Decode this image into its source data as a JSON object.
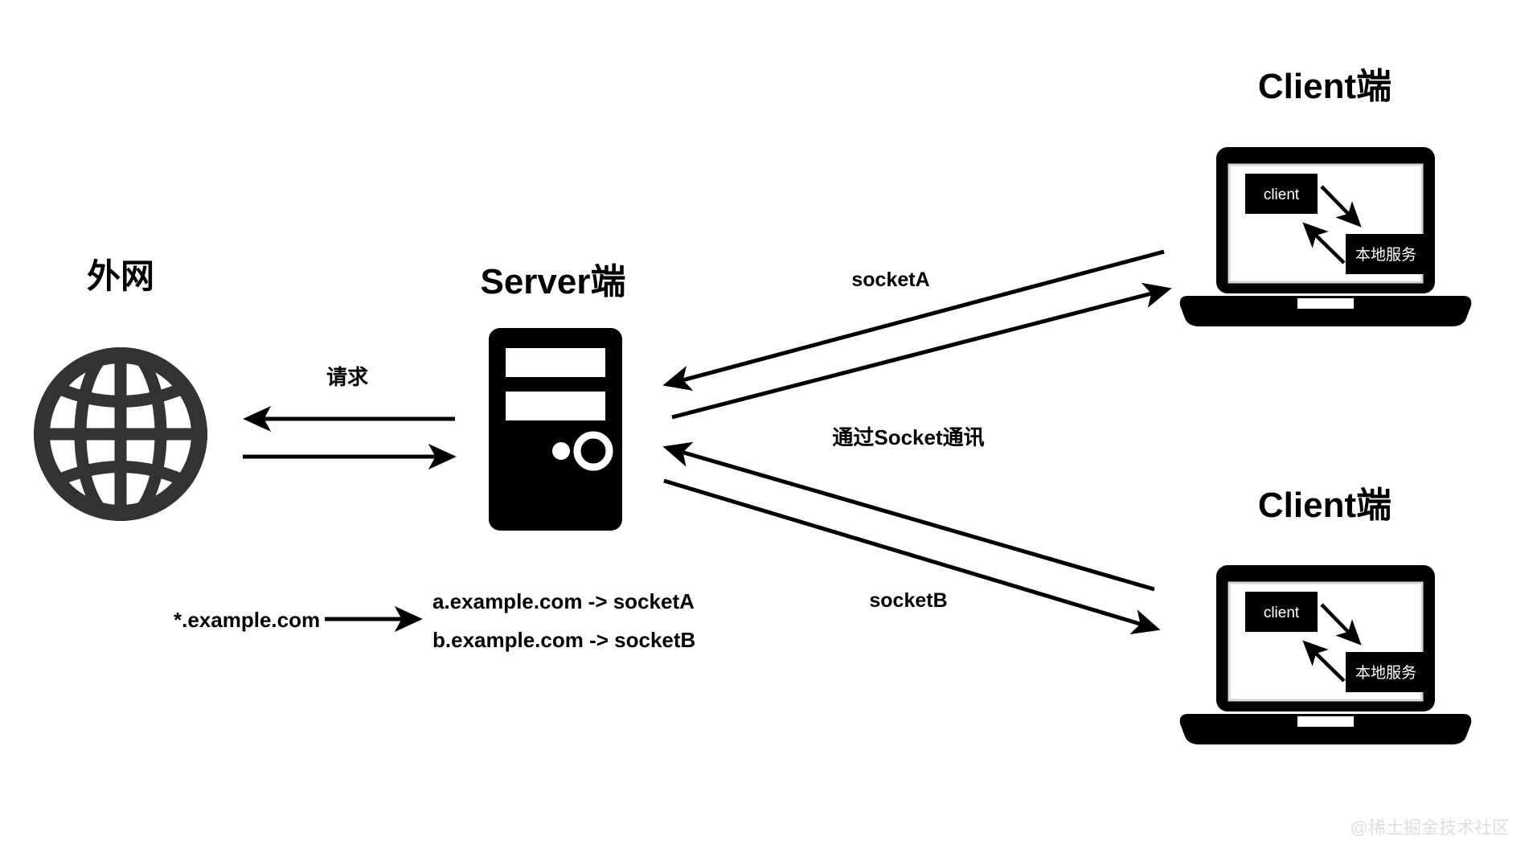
{
  "meta": {
    "background": "#ffffff",
    "ink": "#000000",
    "globe_color": "#333333",
    "watermark_color": "#dcdee2"
  },
  "titles": {
    "external_network": "外网",
    "server": "Server端",
    "client_top": "Client端",
    "client_bottom": "Client端"
  },
  "edge_labels": {
    "request": "请求",
    "socket_a": "socketA",
    "socket_via": "通过Socket通讯",
    "socket_b": "socketB"
  },
  "mapping": {
    "source": "*.example.com",
    "targets": [
      "a.example.com -> socketA",
      "b.example.com -> socketB"
    ]
  },
  "laptops": [
    {
      "id": "client-top",
      "screen_boxes": {
        "client": "client",
        "local_service": "本地服务"
      }
    },
    {
      "id": "client-bottom",
      "screen_boxes": {
        "client": "client",
        "local_service": "本地服务"
      }
    }
  ],
  "icons": {
    "globe": "globe-icon",
    "server": "server-tower-icon",
    "laptop": "laptop-icon"
  },
  "watermark": "@稀土掘金技术社区"
}
